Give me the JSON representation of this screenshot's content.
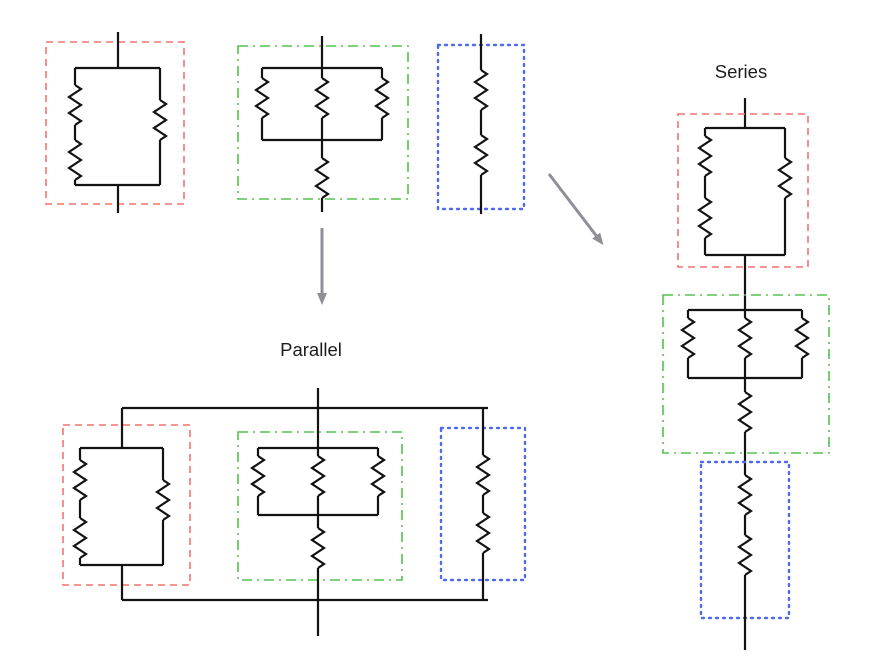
{
  "page": {
    "background": "#ffffff",
    "description": "Diagram showing three boxed resistor networks combined in parallel (bottom left) and in series (right)"
  },
  "labels": {
    "series": "Series",
    "parallel": "Parallel"
  },
  "colors": {
    "red_box": "#f4726f",
    "green_box": "#55c24e",
    "blue_box": "#4f6bea",
    "wire": "#131313",
    "arrow": "#8f8f98",
    "text": "#1c1c1c"
  },
  "networks": [
    {
      "id": "red",
      "border_style": "dashed",
      "topology": "two series resistors in parallel with one resistor"
    },
    {
      "id": "green",
      "border_style": "dash-dot",
      "topology": "three parallel resistors in series with one resistor"
    },
    {
      "id": "blue",
      "border_style": "dotted",
      "topology": "two resistors in series"
    }
  ],
  "combinations": [
    {
      "label_key": "parallel",
      "description": "the three boxed networks connected in parallel between two rails"
    },
    {
      "label_key": "series",
      "description": "the three boxed networks stacked in series on one wire"
    }
  ]
}
